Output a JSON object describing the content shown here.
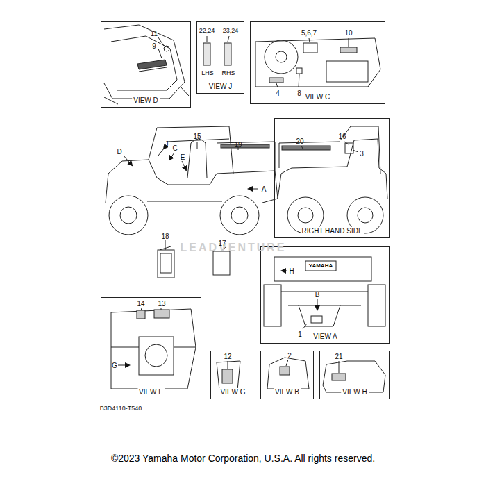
{
  "diagram": {
    "caption": "©2023 Yamaha Motor Corporation, U.S.A. All rights reserved.",
    "nodes": [
      {
        "text": [
          "VIEW D"
        ]
      },
      {
        "text": [
          "VIEW J"
        ]
      },
      {
        "text": [
          "VIEW C"
        ]
      },
      {
        "text": [
          "RIGHT HAND SIDE"
        ]
      },
      {
        "text": [
          "VIEW A"
        ]
      },
      {
        "text": [
          "VIEW E"
        ]
      },
      {
        "text": [
          "VIEW G"
        ]
      },
      {
        "text": [
          "VIEW B"
        ]
      },
      {
        "text": [
          "VIEW H"
        ]
      }
    ],
    "labels": [
      "11",
      "9",
      "22,24",
      "23,24",
      "LHS",
      "RHS",
      "5,6,7",
      "10",
      "4",
      "8",
      "15",
      "19",
      "D",
      "J",
      "C",
      "E",
      "A",
      "20",
      "16",
      "3",
      "LEADVENTURE",
      "18",
      "17",
      "H",
      "YAMAHA",
      "B",
      "1",
      "14",
      "13",
      "G",
      "12",
      "2",
      "21",
      "B3D4110-T540"
    ]
  }
}
